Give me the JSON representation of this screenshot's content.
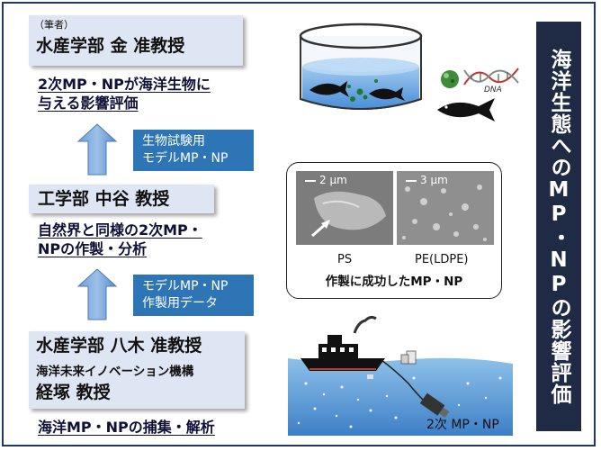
{
  "header_card": {
    "note": "（筆者）",
    "name": "水産学部 金 准教授"
  },
  "result_top": {
    "line1": "2次MP・NPが海洋生物に",
    "line2": "与える影響評価"
  },
  "arrow_label_top": {
    "line1": "生物試験用",
    "line2": "モデルMP・NP"
  },
  "middle_card": {
    "name": "工学部 中谷 教授"
  },
  "result_middle": {
    "line1": "自然界と同様の2次MP・",
    "line2": "NPの作製・分析"
  },
  "arrow_label_bottom": {
    "line1": "モデルMP・NP",
    "line2": "作製用データ"
  },
  "bottom_card": {
    "name": "水産学部 八木 准教授",
    "org": "海洋未来イノベーション機構",
    "name2": "経塚 教授"
  },
  "result_bottom": "海洋MP・NPの捕集・解析",
  "sem_panel": {
    "left_scale": "2 μm",
    "right_scale": "3 μm",
    "left_label": "PS",
    "right_label": "PE(LDPE)",
    "caption": "作製に成功したMP・NP"
  },
  "dna_label": "DNA",
  "ocean_label": "2次 MP・NP",
  "side_title": "海洋生態へのMP・NPの影響評価",
  "colors": {
    "frame": "#1f3864",
    "card_fill": "#dde6f2",
    "accent_blue": "#2e75b6",
    "side_panel": "#1f2a44",
    "arrow": "#4a86c5"
  }
}
